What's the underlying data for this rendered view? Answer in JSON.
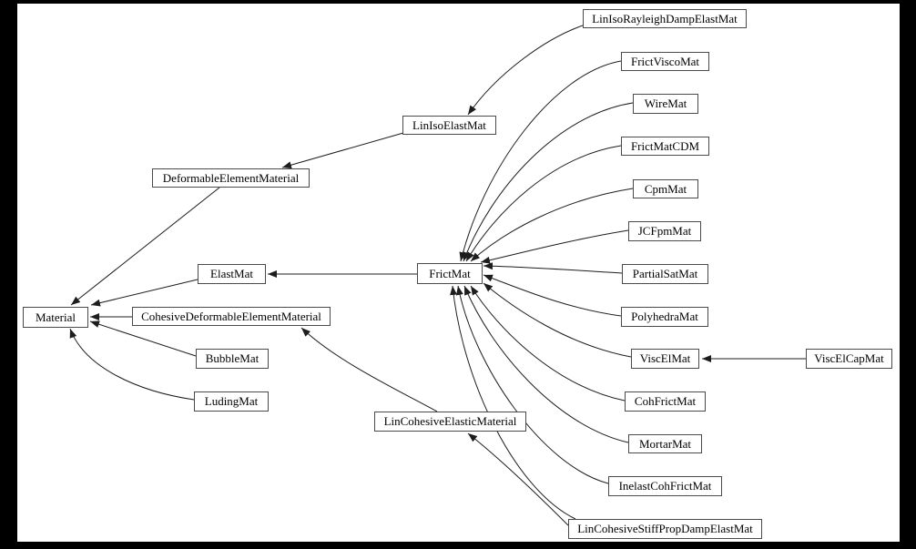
{
  "diagram": {
    "kind": "class-inheritance-graph",
    "colors": {
      "page_background": "#000000",
      "canvas_background": "#ffffff",
      "node_border": "#4a4a4a",
      "edge_line": "#1d1d1d",
      "text": "#000000"
    },
    "nodes": [
      {
        "label": "Material"
      },
      {
        "label": "DeformableElementMaterial"
      },
      {
        "label": "ElastMat"
      },
      {
        "label": "CohesiveDeformableElementMaterial"
      },
      {
        "label": "BubbleMat"
      },
      {
        "label": "LudingMat"
      },
      {
        "label": "LinIsoElastMat"
      },
      {
        "label": "FrictMat"
      },
      {
        "label": "LinCohesiveElasticMaterial"
      },
      {
        "label": "LinIsoRayleighDampElastMat"
      },
      {
        "label": "FrictViscoMat"
      },
      {
        "label": "WireMat"
      },
      {
        "label": "FrictMatCDM"
      },
      {
        "label": "CpmMat"
      },
      {
        "label": "JCFpmMat"
      },
      {
        "label": "PartialSatMat"
      },
      {
        "label": "PolyhedraMat"
      },
      {
        "label": "ViscElMat"
      },
      {
        "label": "ViscElCapMat"
      },
      {
        "label": "CohFrictMat"
      },
      {
        "label": "MortarMat"
      },
      {
        "label": "InelastCohFrictMat"
      },
      {
        "label": "LinCohesiveStiffPropDampElastMat"
      }
    ],
    "edges": [
      {
        "from": "LinIsoRayleighDampElastMat",
        "to": "LinIsoElastMat"
      },
      {
        "from": "LinIsoElastMat",
        "to": "DeformableElementMaterial"
      },
      {
        "from": "DeformableElementMaterial",
        "to": "Material"
      },
      {
        "from": "ElastMat",
        "to": "Material"
      },
      {
        "from": "CohesiveDeformableElementMaterial",
        "to": "Material"
      },
      {
        "from": "BubbleMat",
        "to": "Material"
      },
      {
        "from": "LudingMat",
        "to": "Material"
      },
      {
        "from": "FrictMat",
        "to": "ElastMat"
      },
      {
        "from": "LinCohesiveElasticMaterial",
        "to": "CohesiveDeformableElementMaterial"
      },
      {
        "from": "LinCohesiveStiffPropDampElastMat",
        "to": "LinCohesiveElasticMaterial"
      },
      {
        "from": "FrictViscoMat",
        "to": "FrictMat"
      },
      {
        "from": "WireMat",
        "to": "FrictMat"
      },
      {
        "from": "FrictMatCDM",
        "to": "FrictMat"
      },
      {
        "from": "CpmMat",
        "to": "FrictMat"
      },
      {
        "from": "JCFpmMat",
        "to": "FrictMat"
      },
      {
        "from": "PartialSatMat",
        "to": "FrictMat"
      },
      {
        "from": "PolyhedraMat",
        "to": "FrictMat"
      },
      {
        "from": "ViscElMat",
        "to": "FrictMat"
      },
      {
        "from": "CohFrictMat",
        "to": "FrictMat"
      },
      {
        "from": "MortarMat",
        "to": "FrictMat"
      },
      {
        "from": "InelastCohFrictMat",
        "to": "FrictMat"
      },
      {
        "from": "LinCohesiveStiffPropDampElastMat",
        "to": "FrictMat"
      },
      {
        "from": "ViscElCapMat",
        "to": "ViscElMat"
      }
    ]
  }
}
